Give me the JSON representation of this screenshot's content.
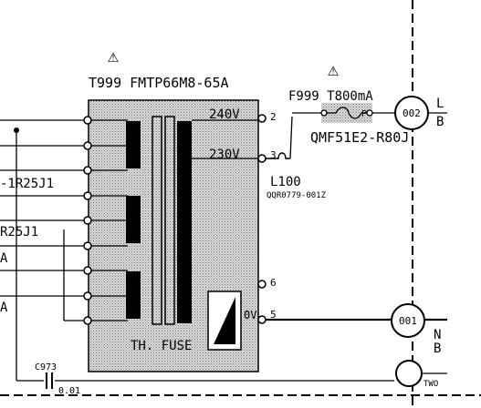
{
  "transformer": {
    "title": "T999 FMTP66M8-65A",
    "taps": [
      "240V",
      "230V",
      "0V"
    ],
    "fuse_label": "TH. FUSE",
    "pin_numbers": [
      "2",
      "3",
      "5",
      "6"
    ]
  },
  "fuse": {
    "label": "F999 T800mA",
    "pin_p": "P",
    "part": "QMF51E2-R80J"
  },
  "inductor": {
    "label": "L100",
    "part": "QQR0779-001Z"
  },
  "capacitor": {
    "label": "C973",
    "value": "0.01"
  },
  "connectors": {
    "upper": "002",
    "lower": "001",
    "bottom": "TWO"
  },
  "side_labels": {
    "upper_left": "-1R25J1",
    "lower_left": "R25J1",
    "left_a1": "A",
    "left_a2": "A",
    "right_L": "L",
    "right_B1": "B",
    "right_N": "N",
    "right_B2": "B"
  },
  "warning_symbol": "⚠"
}
